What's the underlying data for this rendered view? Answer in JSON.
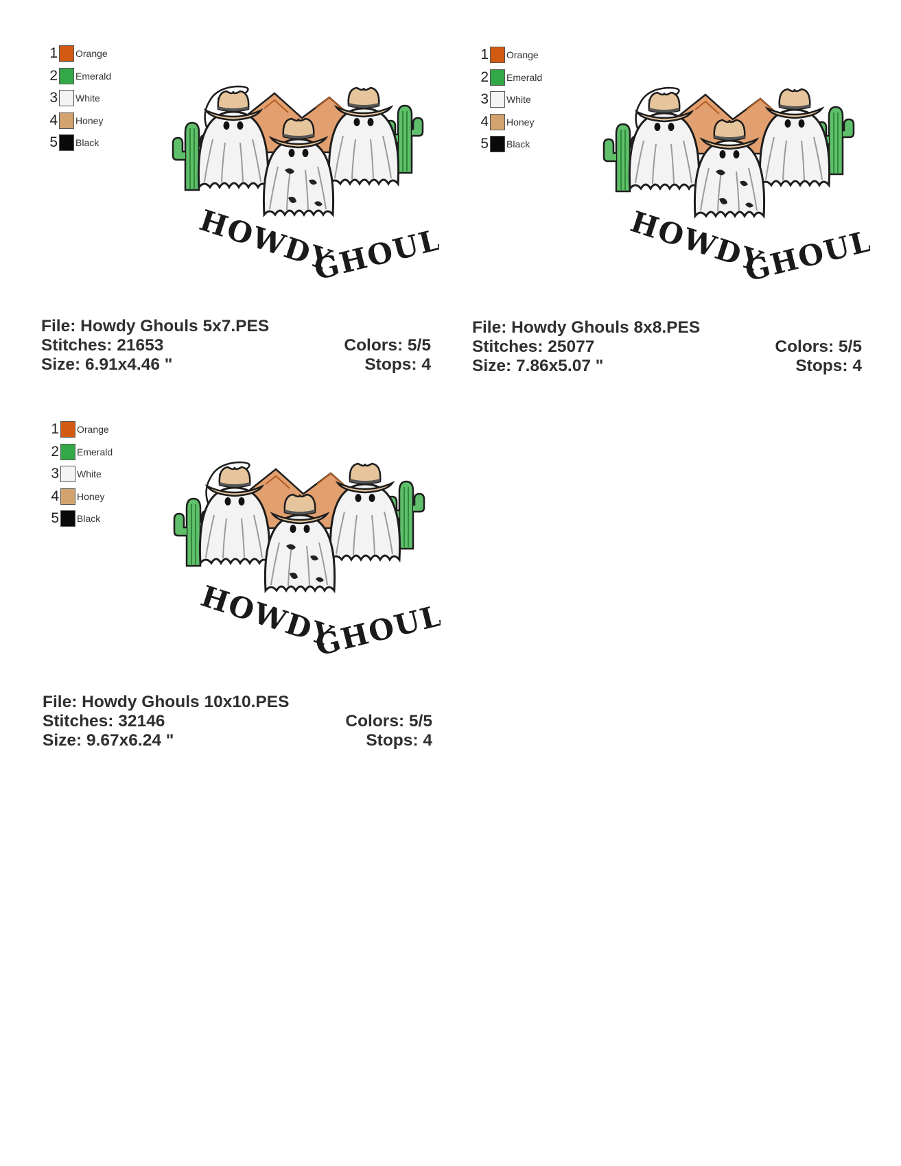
{
  "thread_colors": [
    {
      "num": "1",
      "name": "Orange",
      "hex": "#D35A13"
    },
    {
      "num": "2",
      "name": "Emerald",
      "hex": "#33A847"
    },
    {
      "num": "3",
      "name": "White",
      "hex": "#F4F4F4"
    },
    {
      "num": "4",
      "name": "Honey",
      "hex": "#D2A26F"
    },
    {
      "num": "5",
      "name": "Black",
      "hex": "#0A0A0A"
    }
  ],
  "design_text": "HOWDY GHOULS",
  "cards": [
    {
      "file": "File: Howdy Ghouls 5x7.PES",
      "stitches": "Stitches: 21653",
      "size": "Size: 6.91x4.46 \"",
      "colors": "Colors: 5/5",
      "stops": "Stops: 4"
    },
    {
      "file": "File: Howdy Ghouls 8x8.PES",
      "stitches": "Stitches: 25077",
      "size": "Size: 7.86x5.07 \"",
      "colors": "Colors: 5/5",
      "stops": "Stops: 4"
    },
    {
      "file": "File: Howdy Ghouls 10x10.PES",
      "stitches": "Stitches: 32146",
      "size": "Size: 9.67x6.24 \"",
      "colors": "Colors: 5/5",
      "stops": "Stops: 4"
    }
  ]
}
